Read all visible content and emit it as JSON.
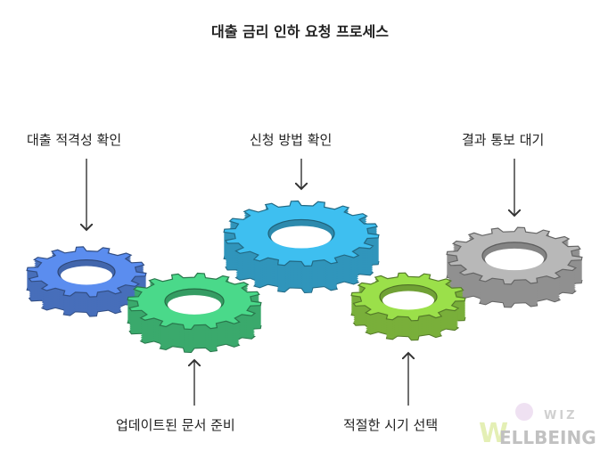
{
  "title": "대출 금리 인하 요청 프로세스",
  "steps": [
    {
      "label": "대출 적격성 확인",
      "color": "#5b8def"
    },
    {
      "label": "업데이트된 문서 준비",
      "color": "#4ad98a"
    },
    {
      "label": "신청 방법 확인",
      "color": "#3ebff0"
    },
    {
      "label": "적절한 시기 선택",
      "color": "#9be04a"
    },
    {
      "label": "결과 통보 대기",
      "color": "#b8b8b8"
    }
  ],
  "watermark": {
    "text_small": "WIZ",
    "text_main": "ELLBEING",
    "initial": "W"
  }
}
